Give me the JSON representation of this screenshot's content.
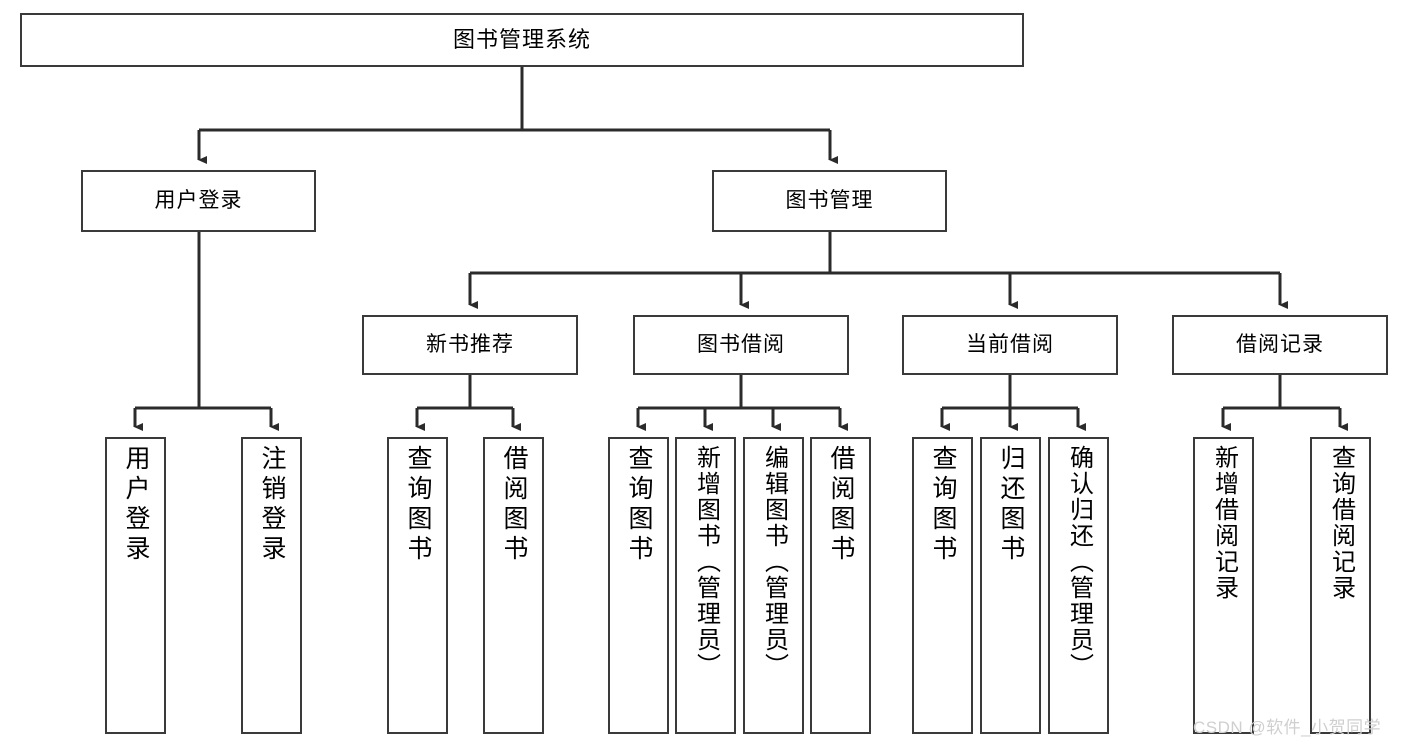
{
  "diagram": {
    "type": "tree",
    "title": "图书管理系统",
    "root": {
      "label": "图书管理系统"
    },
    "level2": [
      {
        "id": "user-login",
        "label": "用户登录"
      },
      {
        "id": "book-manage",
        "label": "图书管理"
      }
    ],
    "level3": [
      {
        "id": "new-book",
        "label": "新书推荐",
        "parent": "book-manage"
      },
      {
        "id": "borrow",
        "label": "图书借阅",
        "parent": "book-manage"
      },
      {
        "id": "current",
        "label": "当前借阅",
        "parent": "book-manage"
      },
      {
        "id": "record",
        "label": "借阅记录",
        "parent": "book-manage"
      }
    ],
    "leaves": [
      {
        "id": "leaf-1",
        "label": "用户登录",
        "parent": "user-login"
      },
      {
        "id": "leaf-2",
        "label": "注销登录",
        "parent": "user-login"
      },
      {
        "id": "leaf-3",
        "label": "查询图书",
        "parent": "new-book"
      },
      {
        "id": "leaf-4",
        "label": "借阅图书",
        "parent": "new-book"
      },
      {
        "id": "leaf-5",
        "label": "查询图书",
        "parent": "borrow"
      },
      {
        "id": "leaf-6",
        "label": "新增图书（管理员）",
        "parent": "borrow"
      },
      {
        "id": "leaf-7",
        "label": "编辑图书（管理员）",
        "parent": "borrow"
      },
      {
        "id": "leaf-8",
        "label": "借阅图书",
        "parent": "borrow"
      },
      {
        "id": "leaf-9",
        "label": "查询图书",
        "parent": "current"
      },
      {
        "id": "leaf-10",
        "label": "归还图书",
        "parent": "current"
      },
      {
        "id": "leaf-11",
        "label": "确认归还（管理员）",
        "parent": "current"
      },
      {
        "id": "leaf-12",
        "label": "新增借阅记录",
        "parent": "record"
      },
      {
        "id": "leaf-13",
        "label": "查询借阅记录",
        "parent": "record"
      }
    ]
  },
  "watermark": {
    "text": "CSDN @软件_小贺同学"
  },
  "colors": {
    "border": "#3a3a3a",
    "background": "#ffffff",
    "text": "#000000",
    "connector": "#2b2b2b",
    "watermark": "#cfcfcf"
  }
}
